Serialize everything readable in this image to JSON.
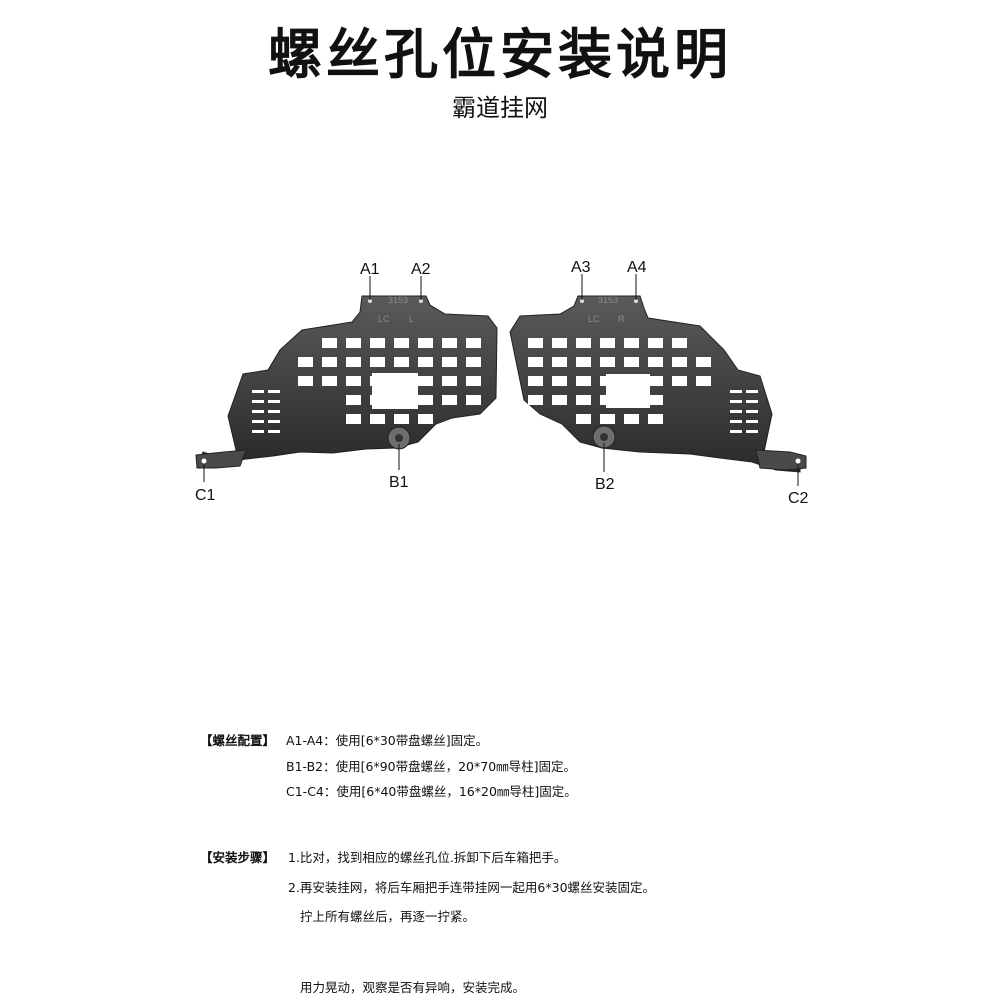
{
  "header": {
    "title": "螺丝孔位安装说明",
    "subtitle": "霸道挂网"
  },
  "diagram": {
    "labels": {
      "a1": "A1",
      "a2": "A2",
      "a3": "A3",
      "a4": "A4",
      "b1": "B1",
      "b2": "B2",
      "c1": "C1",
      "c2": "C2"
    },
    "left_panel_marks": {
      "code": "3153",
      "tag1": "LC",
      "tag2": "L"
    },
    "right_panel_marks": {
      "code": "3153",
      "tag1": "LC",
      "tag2": "R"
    }
  },
  "screw_config": {
    "heading": "【螺丝配置】",
    "lines": [
      "A1-A4：使用[6*30带盘螺丝]固定。",
      "B1-B2：使用[6*90带盘螺丝，20*70㎜导柱]固定。",
      "C1-C4：使用[6*40带盘螺丝，16*20㎜导柱]固定。"
    ]
  },
  "install_steps": {
    "heading": "【安装步骤】",
    "lines": [
      "1.比对，找到相应的螺丝孔位.拆卸下后车箱把手。",
      "2.再安装挂网，将后车厢把手连带挂网一起用6*30螺丝安装固定。",
      "拧上所有螺丝后，再逐一拧紧。",
      "用力晃动，观察是否有异响，安装完成。"
    ]
  }
}
